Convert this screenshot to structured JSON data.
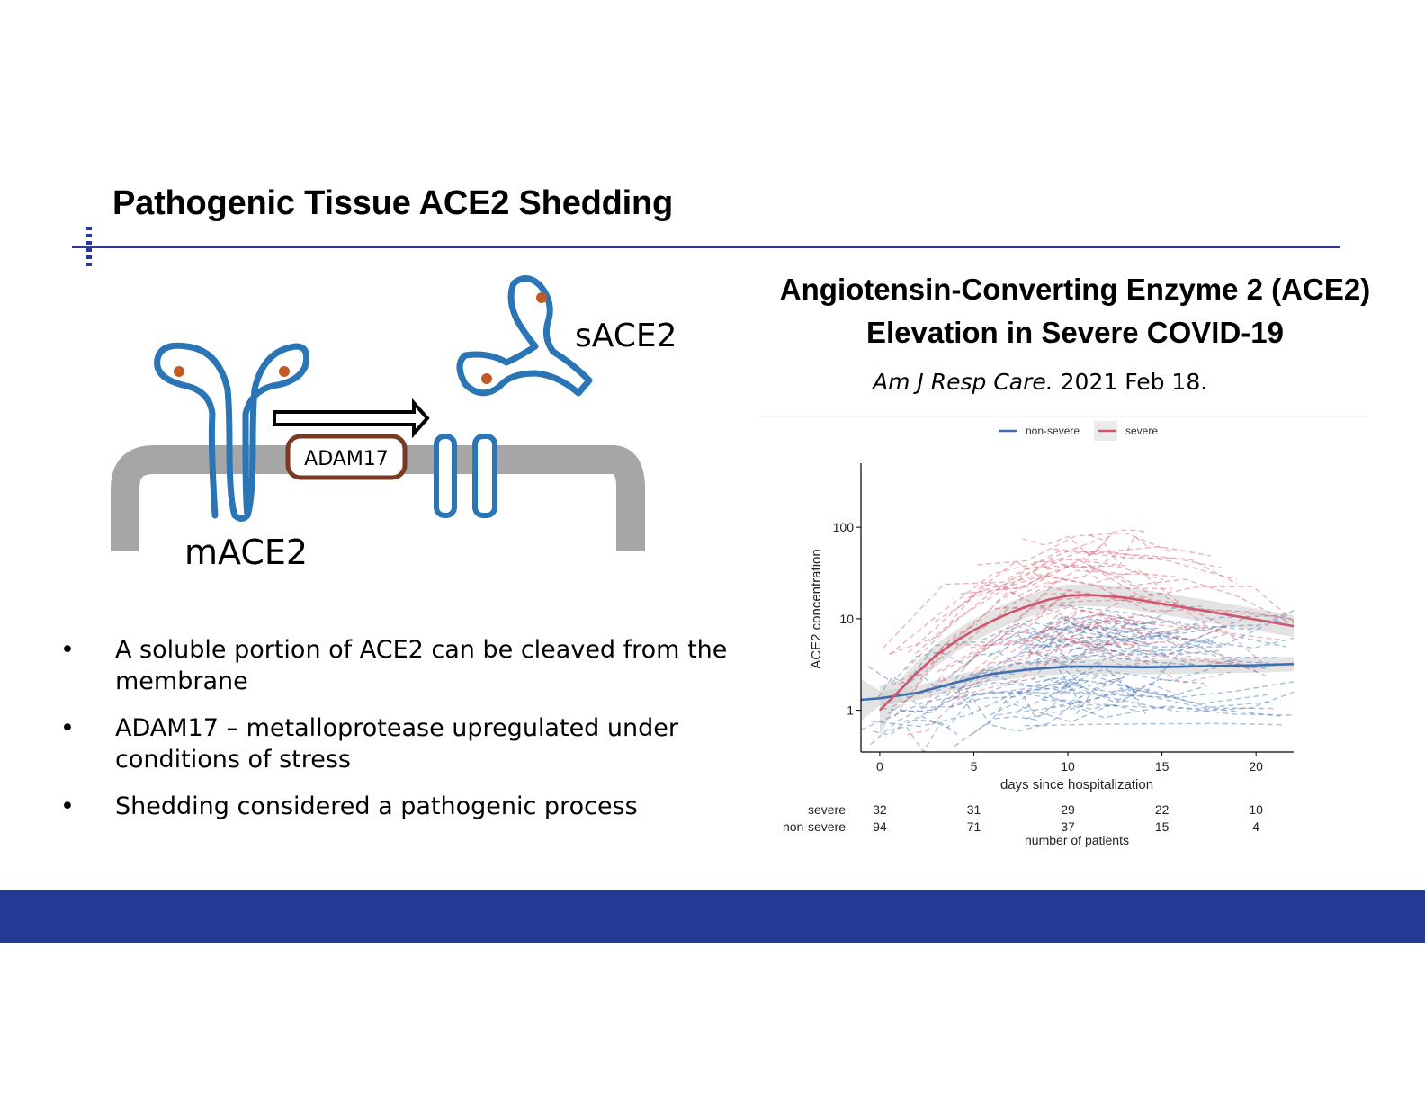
{
  "slide": {
    "title": "Pathogenic Tissue ACE2 Shedding"
  },
  "diagram": {
    "label_membrane": "mACE2",
    "label_soluble": "sACE2",
    "label_enzyme": "ADAM17"
  },
  "bullets": [
    {
      "marker": "•",
      "text": "A soluble portion of ACE2 can be cleaved from the membrane"
    },
    {
      "marker": "•",
      "text": "ADAM17 – metalloprotease upregulated under conditions of stress"
    },
    {
      "marker": "•",
      "text": "Shedding considered a pathogenic process"
    }
  ],
  "figure": {
    "title_line1": "Angiotensin-Converting Enzyme 2 (ACE2)",
    "title_line2": "Elevation in Severe COVID-19",
    "citation_journal": "Am J Resp Care.",
    "citation_date": " 2021 Feb 18."
  },
  "chart_data": {
    "type": "line",
    "xlabel": "days since hospitalization",
    "ylabel": "ACE2 concentration",
    "y_scale": "log",
    "xlim": [
      -1,
      22
    ],
    "ylim": [
      0.35,
      500
    ],
    "x_ticks": [
      0,
      5,
      10,
      15,
      20
    ],
    "y_ticks": [
      1,
      10,
      100
    ],
    "y_tick_labels": [
      "1",
      "10",
      "100"
    ],
    "legend": {
      "placement": "top",
      "entries": [
        "non-severe",
        "severe"
      ]
    },
    "colors": {
      "non-severe": "#3d6fb0",
      "severe": "#d0566c",
      "band": "#cccccc"
    },
    "series": [
      {
        "name": "non-severe",
        "x": [
          -1,
          0,
          2,
          4,
          6,
          8,
          10,
          12,
          14,
          16,
          18,
          20,
          22
        ],
        "y": [
          1.3,
          1.35,
          1.55,
          2.0,
          2.5,
          2.8,
          3.0,
          3.0,
          2.95,
          3.0,
          3.05,
          3.1,
          3.2
        ]
      },
      {
        "name": "severe",
        "x": [
          0,
          1,
          2,
          3,
          4,
          5,
          6,
          7,
          8,
          9,
          10,
          11,
          12,
          13,
          14,
          16,
          18,
          20,
          22
        ],
        "y": [
          1.0,
          1.6,
          2.6,
          4.0,
          5.6,
          7.5,
          9.5,
          11.8,
          14.0,
          16.2,
          17.8,
          18.2,
          17.8,
          17.0,
          15.8,
          13.5,
          11.5,
          9.8,
          8.3
        ]
      }
    ],
    "risk_table": {
      "title": "number of patients",
      "rows": [
        {
          "label": "severe",
          "values": [
            "32",
            "31",
            "29",
            "22",
            "10"
          ]
        },
        {
          "label": "non-severe",
          "values": [
            "94",
            "71",
            "37",
            "15",
            "4"
          ]
        }
      ]
    }
  }
}
